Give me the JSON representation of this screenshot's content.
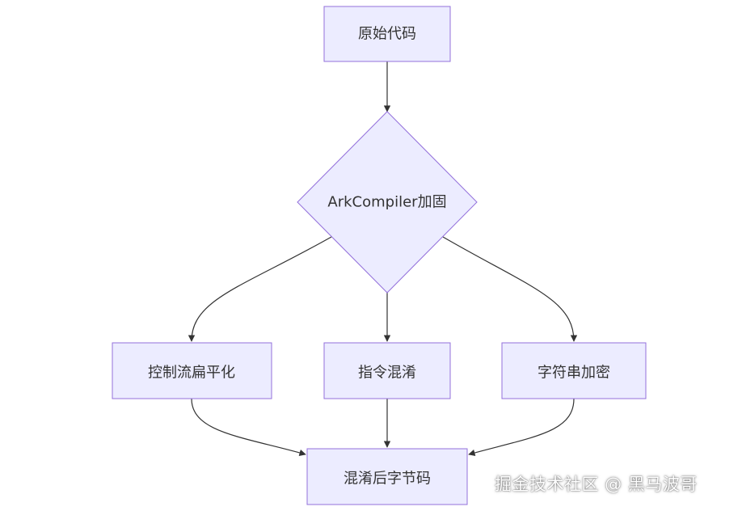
{
  "diagram": {
    "nodes": {
      "source": "原始代码",
      "decision": "ArkCompiler加固",
      "control_flow": "控制流扁平化",
      "instruction": "指令混淆",
      "string_enc": "字符串加密",
      "result": "混淆后字节码"
    }
  },
  "watermark": "掘金技术社区 @ 黑马波哥",
  "colors": {
    "node_fill": "#ECECFF",
    "node_stroke": "#9370DB",
    "edge": "#333333",
    "text": "#333333"
  }
}
